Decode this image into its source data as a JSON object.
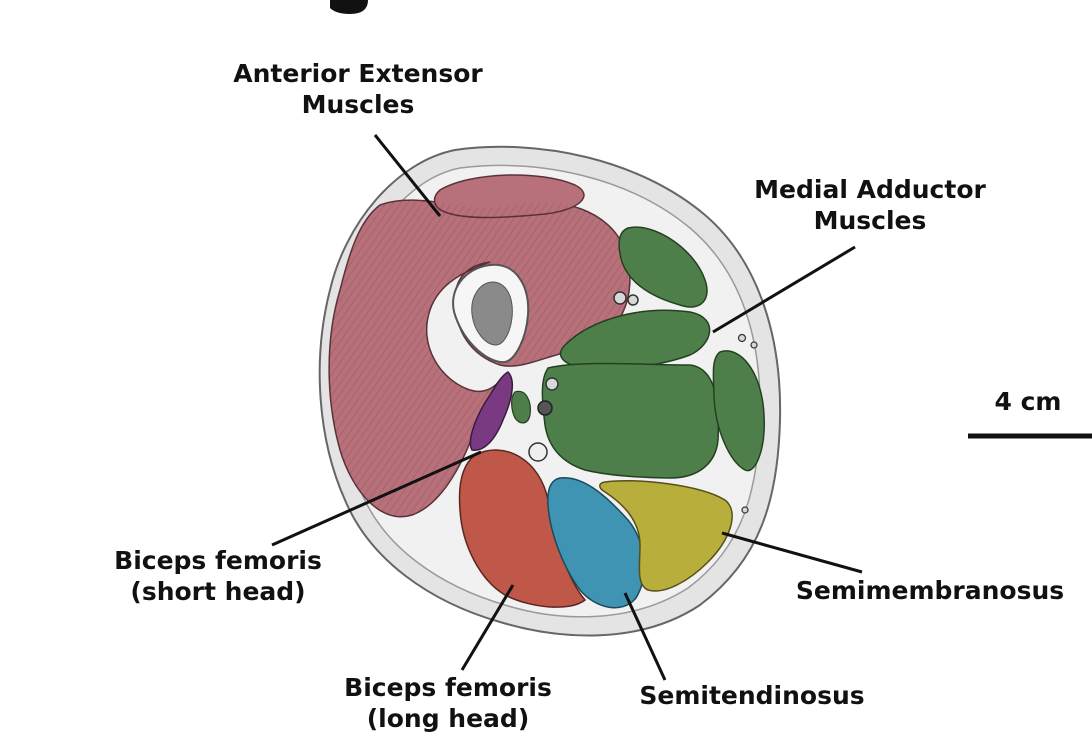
{
  "labels": {
    "anterior_extensor": [
      "Anterior Extensor",
      "Muscles"
    ],
    "medial_adductor": [
      "Medial Adductor",
      "Muscles"
    ],
    "scale": "4 cm",
    "biceps_short": [
      "Biceps femoris",
      "(short head)"
    ],
    "semimembranosus": "Semimembranosus",
    "biceps_long": [
      "Biceps femoris",
      "(long head)"
    ],
    "semitendinosus": "Semitendinosus"
  },
  "colors": {
    "anterior_extensor": "#b8707a",
    "medial_adductor": "#4e7f4a",
    "biceps_short": "#7a3a82",
    "biceps_long": "#c0584a",
    "semitendinosus": "#3f93b3",
    "semimembranosus": "#b8ae3c",
    "skin": "#e6e6e6",
    "bone": "#f4f4f4",
    "marrow": "#8a8a8a"
  }
}
